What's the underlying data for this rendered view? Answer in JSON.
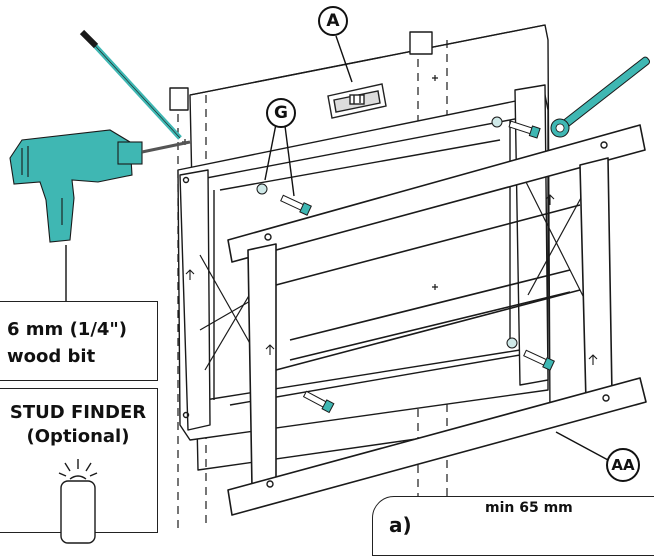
{
  "callouts": {
    "a": "A",
    "g": "G",
    "aa": "AA"
  },
  "drill_bit": {
    "line1": "6 mm (1/4\")",
    "line2": "wood bit"
  },
  "stud_finder": {
    "line1": "STUD FINDER",
    "line2": "(Optional)"
  },
  "inset": {
    "letter": "a)",
    "note": "min 65 mm"
  },
  "colors": {
    "tool_teal": "#3fb7b3",
    "line": "#1a1a1a",
    "panel_fill": "#ffffff"
  },
  "icons": [
    "drill-icon",
    "wrench-icon",
    "bubble-level-icon",
    "lag-bolt-icon",
    "washer-icon",
    "stud-finder-icon"
  ]
}
